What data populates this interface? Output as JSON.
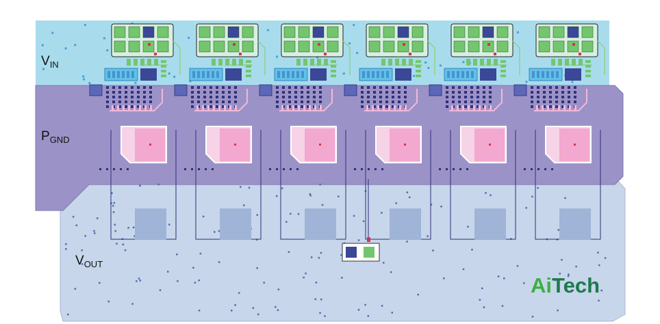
{
  "labels": {
    "vin": {
      "main": "V",
      "sub": "IN"
    },
    "pgnd": {
      "main": "P",
      "sub": "GND"
    },
    "vout": {
      "main": "V",
      "sub": "OUT"
    }
  },
  "logo": {
    "text": "AiTech",
    "part_a": "Ai",
    "part_b": "Tech",
    "color_a": "#3cb043",
    "color_b": "#1d7a4e"
  },
  "phases": 6,
  "colors": {
    "vin_plane": "#a8dced",
    "pgnd_plane": "#9b93c8",
    "vout_plane": "#c7d6ea",
    "pad_green": "#74c66e",
    "pad_navy": "#3b4797",
    "inductor_pink": "#f2a8cf",
    "capacitor_cyan": "#5fc3e8",
    "trace": "#2c2f7a"
  }
}
